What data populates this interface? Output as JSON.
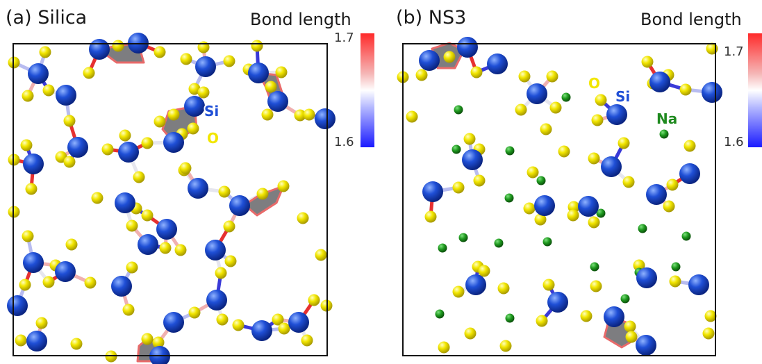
{
  "panels": [
    {
      "title": "(a) Silica",
      "colorbar": {
        "title": "Bond length",
        "max_label": "1.7",
        "min_label": "1.6"
      },
      "atom_labels": {
        "si": "Si",
        "o": "O"
      }
    },
    {
      "title": "(b) NS3",
      "colorbar": {
        "title": "Bond length",
        "max_label": "1.7",
        "min_label": "1.6"
      },
      "atom_labels": {
        "si": "Si",
        "o": "O",
        "na": "Na"
      }
    }
  ],
  "colors": {
    "silicon": "#1f4fd6",
    "oxygen": "#f2e600",
    "sodium": "#1f9a1f",
    "ring": "#7d7d80",
    "long_bond": "#e63030",
    "short_bond": "#3a3ad8",
    "si_label": "#1f4fd6",
    "o_label": "#f2e600",
    "na_label": "#1f8a1f"
  }
}
